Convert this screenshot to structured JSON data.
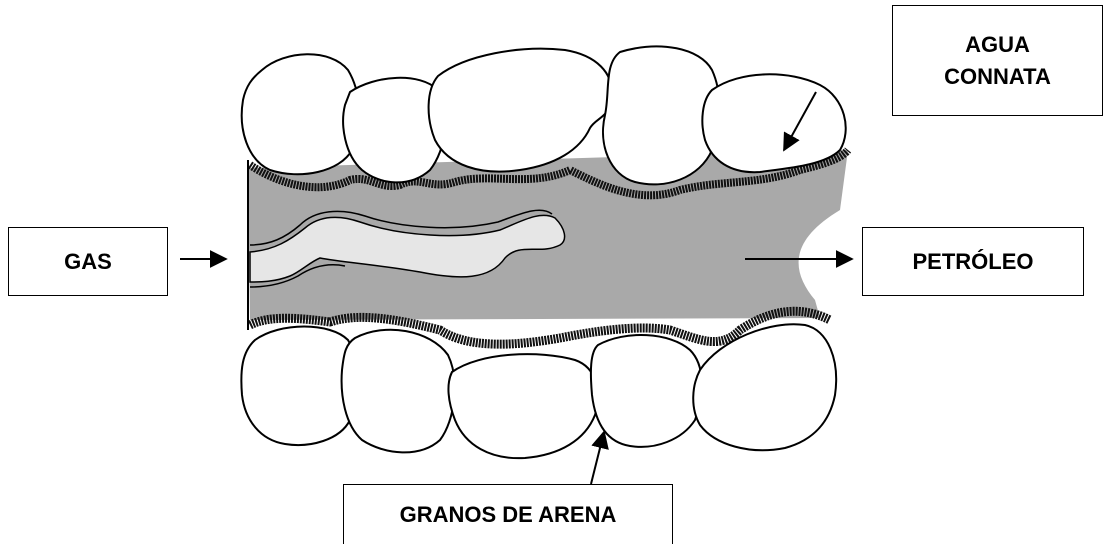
{
  "labels": {
    "agua_line1": "AGUA",
    "agua_line2": "CONNATA",
    "gas": "GAS",
    "petroleo": "PETRÓLEO",
    "granos": "GRANOS DE ARENA"
  },
  "colors": {
    "oil": "#a9a9a9",
    "gas": "#e6e6e6",
    "grain": "#ffffff",
    "water_film": "#111111",
    "outline": "#000000"
  }
}
